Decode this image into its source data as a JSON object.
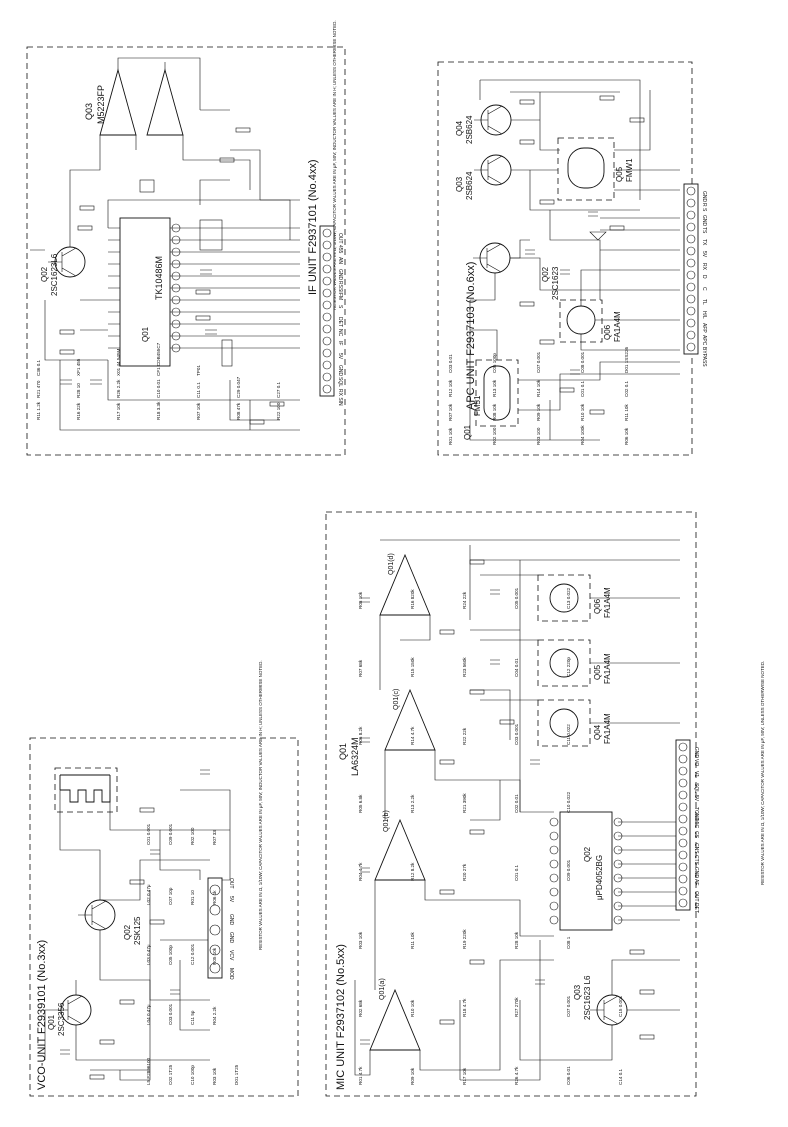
{
  "units": {
    "if": {
      "title": "IF UNIT F2937101 (No.4xx)",
      "ic": "TK10486M",
      "ic_ref": "Q01",
      "opamp": "M5223FP",
      "opamp_ref": "Q03",
      "transistor_ref": "Q02",
      "transistor": "2SC1623L6",
      "note": "RESISTOR VALUES ARE IN Ω, 1/10W; CAPACITOR VALUES ARE IN μF, 50V; INDUCTOR VALUES ARE IN H; UNLESS OTHERWISE NOTED.",
      "components": [
        "R11 1.2k",
        "R16 22k",
        "R17 10k",
        "R18 3.3k",
        "R07 10k",
        "R08 47k",
        "R22 100",
        "R21 470",
        "R28 10",
        "R26 2.2k",
        "C10 0.01",
        "C11 0.1",
        "C29 0.047",
        "C27 0.1",
        "C36 0.1",
        "XF1 455",
        "X01 44.545M",
        "CF1 CDB455C7",
        "TP01"
      ],
      "connector": [
        "RX SIN",
        "SQL",
        "GND",
        "5V",
        "IF",
        "NC",
        "DET",
        "S",
        "FM",
        "RSSI",
        "GND",
        "AN",
        "455",
        "OUT"
      ]
    },
    "apc": {
      "title": "APC UNIT F2937103 (No.6xx)",
      "q01": "Q01",
      "q01_part": "FM51",
      "q02": "Q02",
      "q02_part": "2SC1623",
      "q03": "Q03",
      "q03_part": "2SB624",
      "q04": "Q04",
      "q04_part": "2SB624",
      "q05": "Q05",
      "q05_part": "FMW1",
      "q06": "Q06",
      "q06_part": "FA1A4M",
      "components": [
        "R01 10k",
        "R02 100",
        "R03 100",
        "R04 100k",
        "R06 10k",
        "R07 10k",
        "R08 10k",
        "R09 10k",
        "R10 10k",
        "R11 10k",
        "R12 10k",
        "R13 10k",
        "R14 10k",
        "C01 0.1",
        "C02 0.1",
        "C03 0.01",
        "C05 100p",
        "C07 0.001",
        "C08 0.001",
        "D01 1SS226"
      ],
      "connector": [
        "BYPASS",
        "APC",
        "AFP",
        "H/L",
        "TL",
        "C",
        "D",
        "RX",
        "5V",
        "TX",
        "TS",
        "GND",
        "R S",
        "GND"
      ]
    },
    "vco": {
      "title": "VCO-UNIT F2939101 (No.3xx)",
      "q01": "Q01",
      "q01_part": "2SC3356",
      "q02": "Q02",
      "q02_part": "2SK125",
      "note": "RESISTOR VALUES ARE IN Ω, 1/10W; CAPACITOR VALUES ARE IN μF, 50V; INDUCTOR VALUES ARE IN H; UNLESS OTHERWISE NOTED.",
      "components": [
        "L5 F2896100",
        "L04 0.47μ",
        "L03 0.47μ",
        "L02 0.47μ",
        "C01 0.001",
        "C02 1T25",
        "C03 0.001",
        "C05 100p",
        "C07 10p",
        "C09 0.001",
        "C10 100p",
        "C11 5p",
        "C12 0.001",
        "R01 10",
        "R02 100",
        "R03 10k",
        "R04 2.2k",
        "R05 10k",
        "R06 1k",
        "R07 33",
        "D01 1T25"
      ],
      "connector": [
        "MOD",
        "VCV",
        "GND",
        "GND",
        "5V",
        "OUT"
      ]
    },
    "mic": {
      "title": "MIC UNIT F2937102 (No.5xx)",
      "opamp": "LA6324M",
      "opamp_ref": "Q01",
      "sections": [
        "Q01(a)",
        "Q01(b)",
        "Q01(c)",
        "Q01(d)"
      ],
      "ic_ref": "Q02",
      "ic": "μPD4052BG",
      "q03": "Q03",
      "q03_part": "2SC1623 L6",
      "q04": "Q04",
      "q04_part": "FA1A4M",
      "q05": "Q05",
      "q05_part": "FA1A4M",
      "q06": "Q06",
      "q06_part": "FA1A4M",
      "note": "RESISTOR VALUES ARE IN Ω, 1/10W; CAPACITOR VALUES ARE IN μF, 50V; UNLESS OTHERWISE NOTED.",
      "components": [
        "R01 4.7k",
        "R02 68k",
        "R03 10k",
        "R04 4.7k",
        "R05 6.8k",
        "R06 8.2k",
        "R07 68k",
        "R08 10k",
        "R09 10k",
        "R10 10k",
        "R11 10k",
        "R12 8.2k",
        "R13 2.2k",
        "R14 4.7k",
        "R15 150k",
        "R16 820k",
        "R17 10k",
        "R18 4.7k",
        "R19 220k",
        "R20 27k",
        "R21 390k",
        "R22 22k",
        "R23 560k",
        "R24 22k",
        "R26 4.7k",
        "R27 270k",
        "R28 10k",
        "C01 0.1",
        "C02 0.01",
        "C03 0.001",
        "C04 0.01",
        "C05 0.001",
        "C06 0.01",
        "C07 0.001",
        "C08 1",
        "C09 0.001",
        "C10 0.022",
        "C11 0.022",
        "C12 220p",
        "C13 0.022",
        "C14 0.1",
        "C15 0.001"
      ],
      "connector": [
        "DET",
        "OUT",
        "AF",
        "GND",
        "CTS",
        "CNS",
        "CS",
        "MIC",
        "TONE",
        "5V",
        "SQL",
        "V1",
        "VO",
        "GND"
      ]
    }
  }
}
